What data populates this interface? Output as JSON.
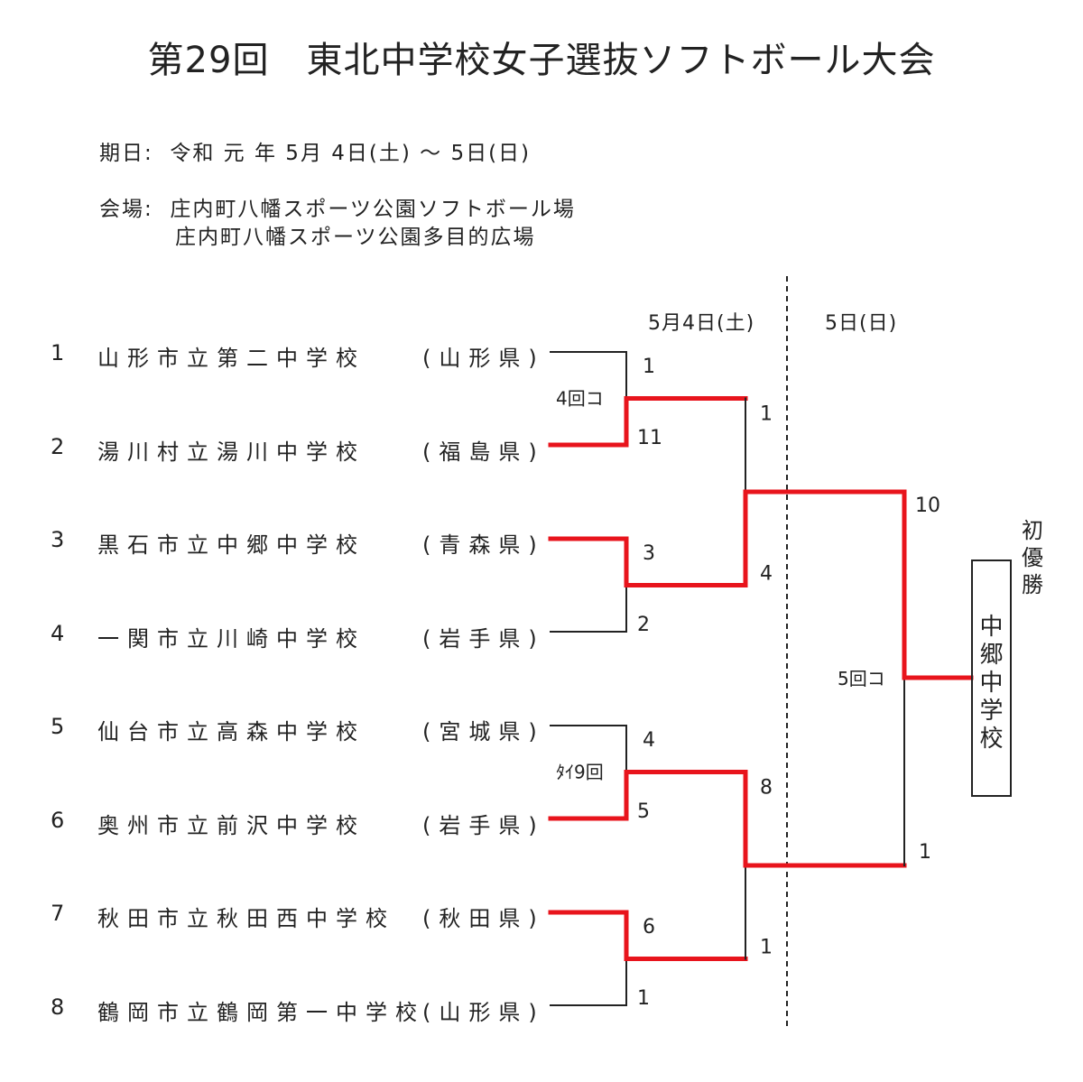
{
  "title": "第29回　東北中学校女子選抜ソフトボール大会",
  "schedule": {
    "label": "期日:",
    "value": "令和 元 年 5月 4日(土) ～ 5日(日)"
  },
  "venue": {
    "label": "会場:",
    "lines": [
      "庄内町八幡スポーツ公園ソフトボール場",
      "庄内町八幡スポーツ公園多目的広場"
    ]
  },
  "day_headers": [
    "5月4日(土)",
    "5日(日)"
  ],
  "teams": [
    {
      "no": "1",
      "name": "山形市立第二中学校",
      "pref": "(山形県)"
    },
    {
      "no": "2",
      "name": "湯川村立湯川中学校",
      "pref": "(福島県)"
    },
    {
      "no": "3",
      "name": "黒石市立中郷中学校",
      "pref": "(青森県)"
    },
    {
      "no": "4",
      "name": "一関市立川崎中学校",
      "pref": "(岩手県)"
    },
    {
      "no": "5",
      "name": "仙台市立高森中学校",
      "pref": "(宮城県)"
    },
    {
      "no": "6",
      "name": "奥州市立前沢中学校",
      "pref": "(岩手県)"
    },
    {
      "no": "7",
      "name": "秋田市立秋田西中学校",
      "pref": "(秋田県)"
    },
    {
      "no": "8",
      "name": "鶴岡市立鶴岡第一中学校",
      "pref": "(山形県)"
    }
  ],
  "round1": [
    {
      "score_top": "1",
      "score_bottom": "11",
      "winner": "bottom",
      "note": "4回コ"
    },
    {
      "score_top": "3",
      "score_bottom": "2",
      "winner": "top",
      "note": ""
    },
    {
      "score_top": "4",
      "score_bottom": "5",
      "winner": "bottom",
      "note": "ﾀｲ9回"
    },
    {
      "score_top": "6",
      "score_bottom": "1",
      "winner": "top",
      "note": ""
    }
  ],
  "semifinals": [
    {
      "score_top": "1",
      "score_bottom": "4",
      "winner": "bottom"
    },
    {
      "score_top": "8",
      "score_bottom": "1",
      "winner": "top"
    }
  ],
  "final": {
    "score_top": "10",
    "score_bottom": "1",
    "winner": "top",
    "note": "5回コ"
  },
  "champion": {
    "label": "初優勝",
    "name": "中郷中学校"
  },
  "colors": {
    "winner_line": "#e8141c",
    "line": "#222222"
  }
}
